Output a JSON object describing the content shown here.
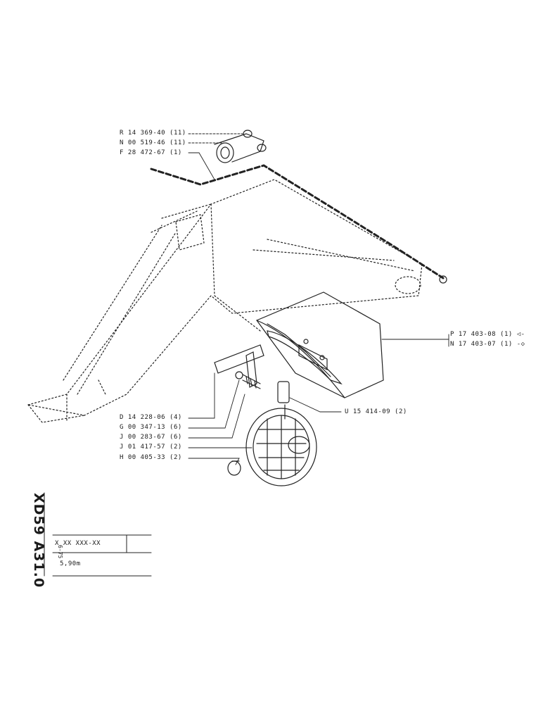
{
  "document": {
    "code": "XD59 A31.0",
    "date": "6-75",
    "part_number_pattern": "X XX XXX-XX",
    "description": "5,90m"
  },
  "top_labels": [
    {
      "text": "R 14 369-40 (11)"
    },
    {
      "text": "N 00 519-46 (11)"
    },
    {
      "text": "F 28 472-67 (1)"
    }
  ],
  "right_labels": [
    {
      "text": "P 17 403-08 (1) ◁-"
    },
    {
      "text": "N 17 403-07 (1) -◇"
    }
  ],
  "mid_labels": [
    {
      "text": "U 15 414-09 (2)"
    }
  ],
  "bottom_labels": [
    {
      "text": "D 14 228-06 (4)"
    },
    {
      "text": "G 00 347-13 (6)"
    },
    {
      "text": "J 00 283-67 (6)"
    },
    {
      "text": "J 01 417-57 (2)"
    },
    {
      "text": "H 00 405-33 (2)"
    }
  ]
}
